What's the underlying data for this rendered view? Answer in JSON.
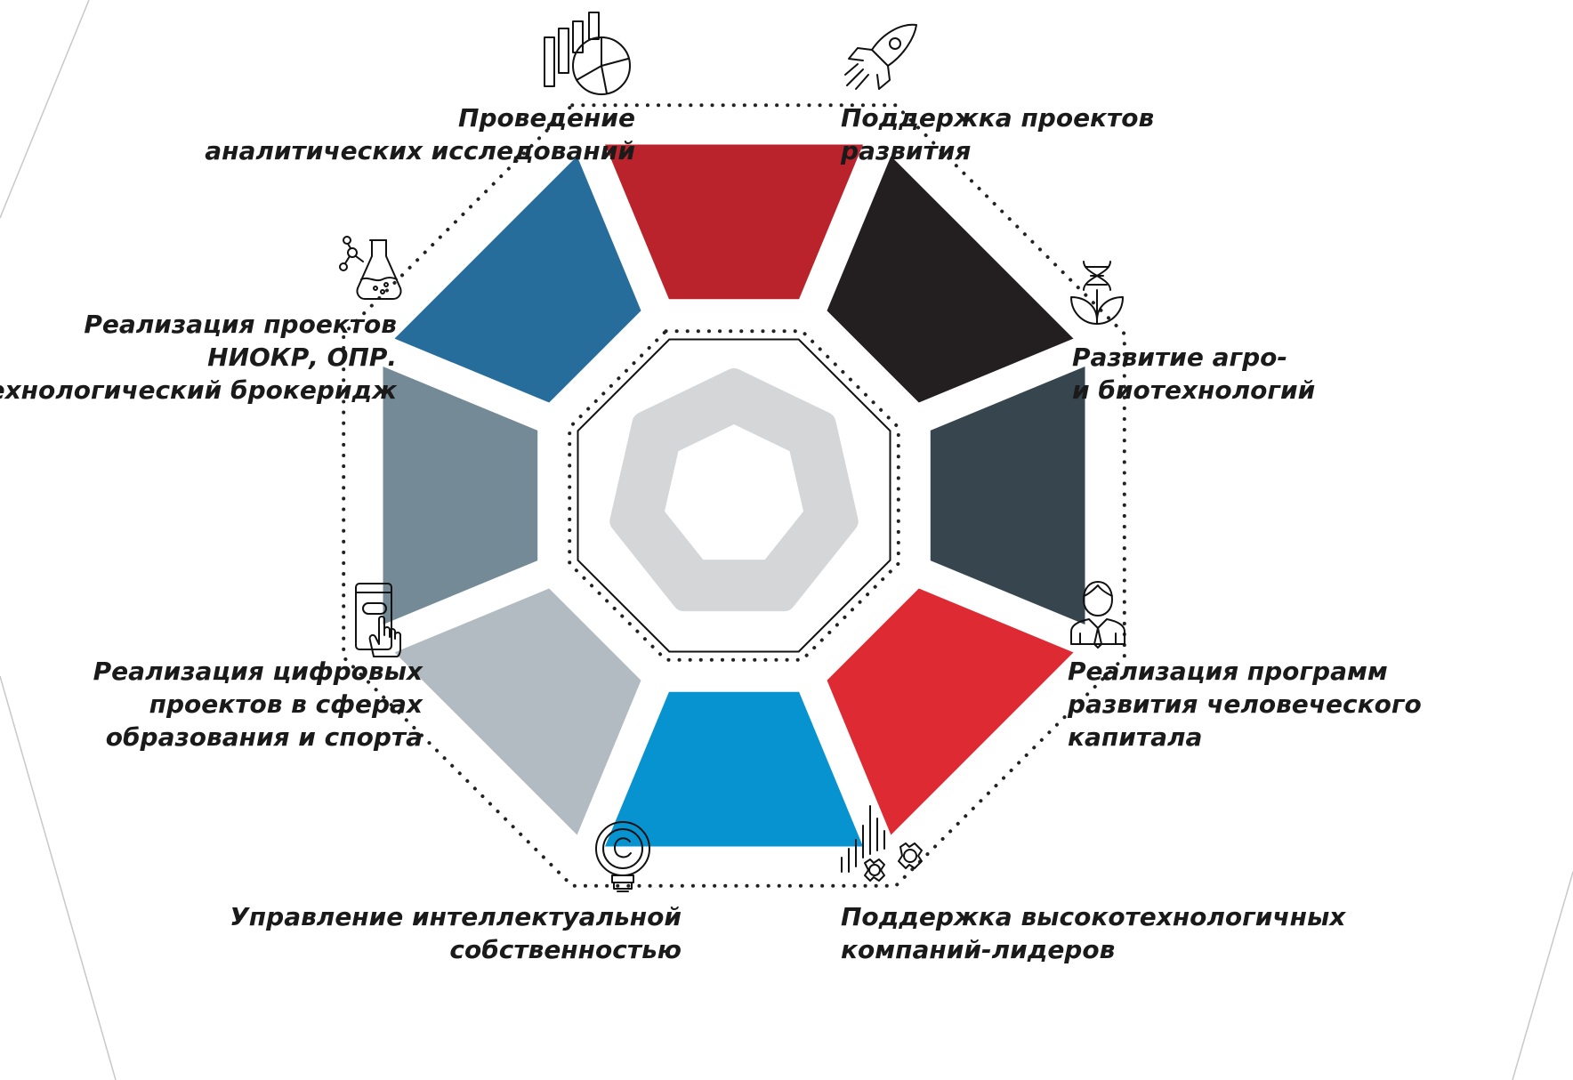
{
  "segments": [
    {
      "id": "analytics",
      "label_lines": [
        "Проведение",
        "аналитических исследований"
      ],
      "color": "#bb232c",
      "icon": "chart-analytics-icon"
    },
    {
      "id": "projects",
      "label_lines": [
        "Поддержка проектов",
        "развития"
      ],
      "color": "#231f20",
      "icon": "rocket-icon"
    },
    {
      "id": "agro",
      "label_lines": [
        "Развитие агро-",
        "и биотехнологий"
      ],
      "color": "#37454f",
      "icon": "dna-plant-icon"
    },
    {
      "id": "human",
      "label_lines": [
        "Реализация программ",
        "развития человеческого",
        "капитала"
      ],
      "color": "#dd2a33",
      "icon": "person-icon"
    },
    {
      "id": "hightech",
      "label_lines": [
        "Поддержка высокотехнологичных",
        "компаний-лидеров"
      ],
      "color": "#0793cf",
      "icon": "gears-chart-icon"
    },
    {
      "id": "ip",
      "label_lines": [
        "Управление интеллектуальной",
        "собственностью"
      ],
      "color": "#b2bbc1",
      "icon": "copyright-bulb-icon"
    },
    {
      "id": "digital",
      "label_lines": [
        "Реализация цифровых",
        "проектов в сферах",
        "образования и спорта"
      ],
      "color": "#748a96",
      "icon": "touchscreen-icon"
    },
    {
      "id": "rnd",
      "label_lines": [
        "Реализация проектов",
        "НИОКР, ОПР.",
        "Технологический брокеридж"
      ],
      "color": "#276d9b",
      "icon": "flask-molecule-icon"
    }
  ],
  "center": {
    "outer_color": "#d4d6d8",
    "inner_color": "#ffffff"
  }
}
